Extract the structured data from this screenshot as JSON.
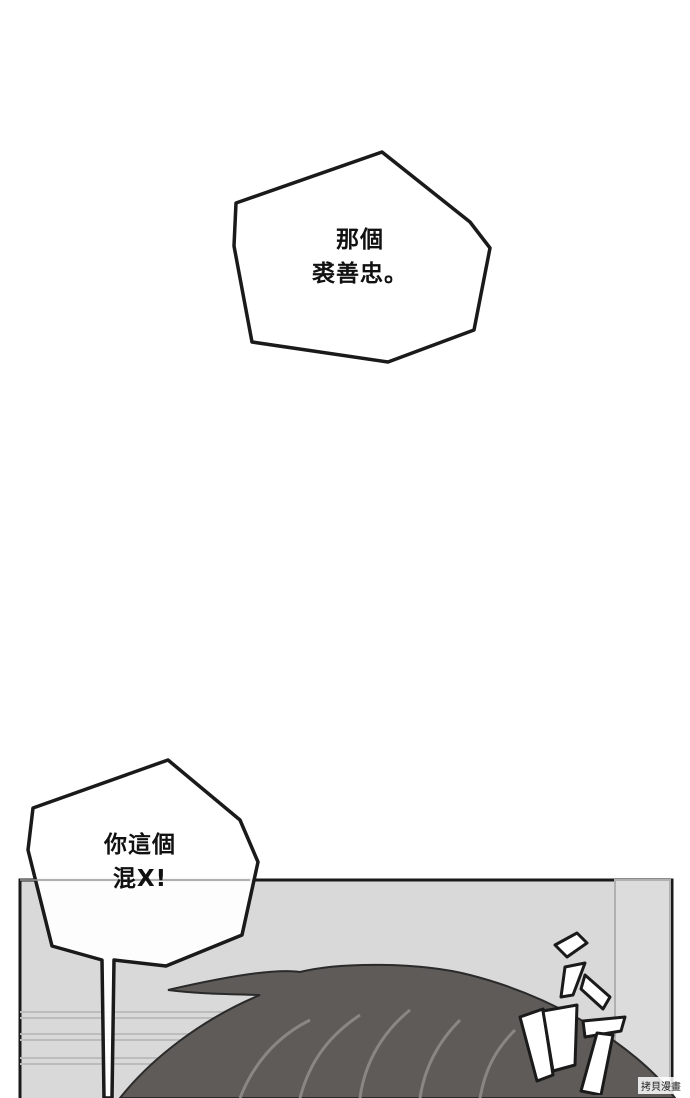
{
  "page": {
    "background": "#ffffff"
  },
  "bubble_top": {
    "lines": [
      "那個",
      "裘善忠。"
    ]
  },
  "bubble_bottom": {
    "lines": [
      "你這個",
      "混X!"
    ]
  },
  "panel": {
    "background": "#d9d9d9",
    "border": "#1a1a1a",
    "hair_color": "#5e5b58"
  },
  "sfx": {
    "glyph_icon": "sound-effect-icon"
  },
  "watermark": {
    "text": "拷貝漫畫"
  }
}
